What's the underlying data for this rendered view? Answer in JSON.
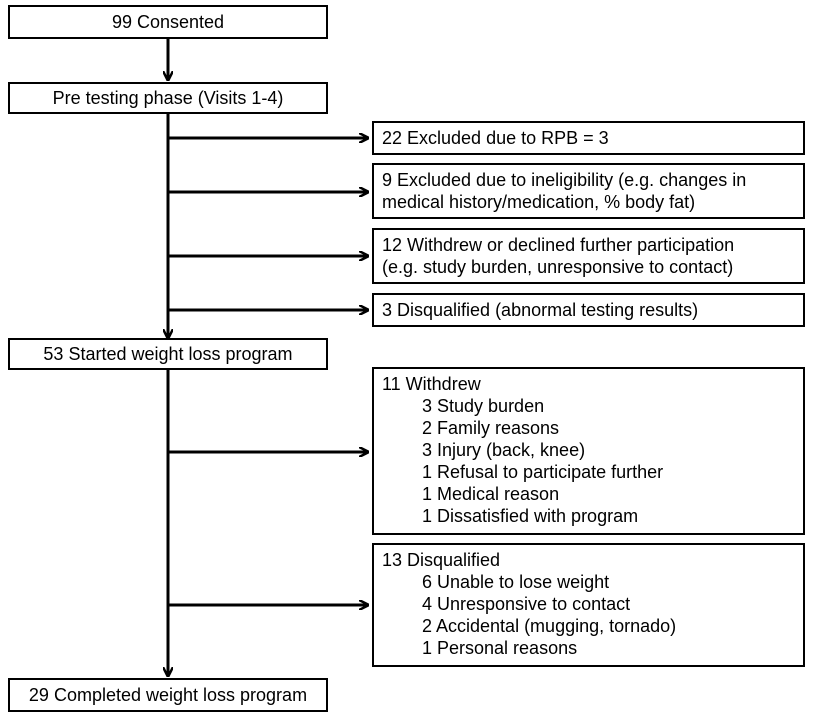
{
  "consented": "99 Consented",
  "pretesting": "Pre testing phase (Visits 1-4)",
  "excl_rpb": "22 Excluded  due to RPB = 3",
  "excl_inelig": {
    "line1": "9 Excluded  due to ineligibility (e.g. changes in",
    "line2": "medical history/medication,  % body fat)"
  },
  "withdrew_pre": {
    "line1": "12 Withdrew or declined further  participation",
    "line2": "(e.g. study burden, unresponsive to contact)"
  },
  "disq_pre": "3 Disqualified (abnormal testing results)",
  "started": "53 Started weight loss program",
  "withdrew_program": {
    "title": "11 Withdrew",
    "items": [
      "3 Study burden",
      "2 Family reasons",
      "3 Injury  (back, knee)",
      "1 Refusal to participate further",
      "1 Medical reason",
      "1 Dissatisfied with program"
    ]
  },
  "disq_program": {
    "title": "13 Disqualified",
    "items": [
      "6 Unable to lose weight",
      "4 Unresponsive to contact",
      "2 Accidental (mugging, tornado)",
      "1 Personal reasons"
    ]
  },
  "completed": "29 Completed weight loss program"
}
